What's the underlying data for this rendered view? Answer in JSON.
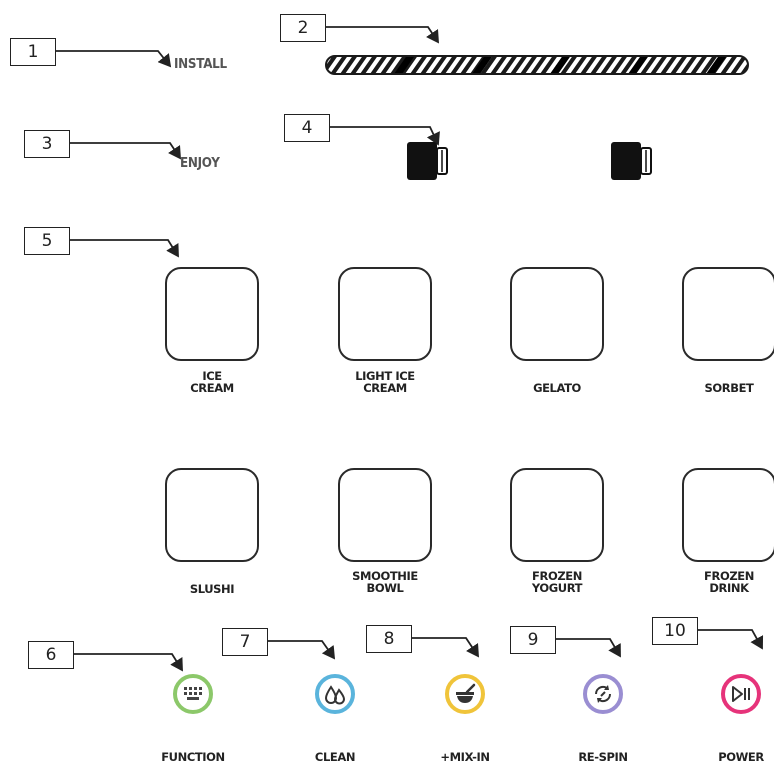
{
  "callouts": [
    "1",
    "2",
    "3",
    "4",
    "5",
    "6",
    "7",
    "8",
    "9",
    "10"
  ],
  "status": {
    "install_label": "INSTALL",
    "enjoy_label": "ENJOY"
  },
  "presets": [
    {
      "label": "ICE\nCREAM"
    },
    {
      "label": "LIGHT ICE\nCREAM"
    },
    {
      "label": "GELATO"
    },
    {
      "label": "SORBET"
    },
    {
      "label": "SLUSHI"
    },
    {
      "label": "SMOOTHIE\nBOWL"
    },
    {
      "label": "FROZEN\nYOGURT"
    },
    {
      "label": "FROZEN\nDRINK"
    }
  ],
  "controls": [
    {
      "label": "FUNCTION",
      "icon": "keypad-icon",
      "color": "#8cc86a"
    },
    {
      "label": "CLEAN",
      "icon": "water-drops-icon",
      "color": "#5ab4dc"
    },
    {
      "label": "+MIX-IN",
      "icon": "bowl-spoon-icon",
      "color": "#f0c43a"
    },
    {
      "label": "RE-SPIN",
      "icon": "respin-arrows-icon",
      "color": "#9a8ed2"
    },
    {
      "label": "POWER",
      "icon": "play-pause-icon",
      "color": "#e6337a"
    }
  ]
}
